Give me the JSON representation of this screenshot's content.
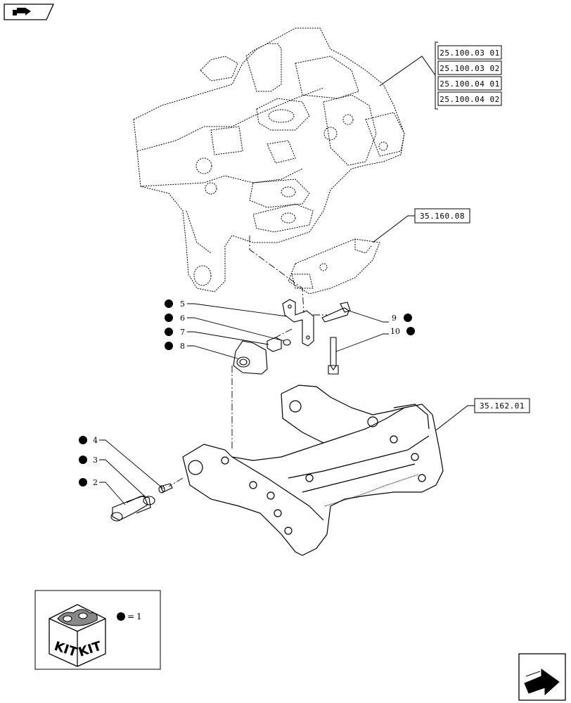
{
  "references": {
    "top": [
      "25.100.03 01",
      "25.100.03 02",
      "25.100.04 01",
      "25.100.04 02"
    ],
    "guard": "35.160.08",
    "hitch": "35.162.01"
  },
  "callouts": [
    {
      "num": "5",
      "kit": true
    },
    {
      "num": "6",
      "kit": true
    },
    {
      "num": "7",
      "kit": true
    },
    {
      "num": "8",
      "kit": true
    },
    {
      "num": "9",
      "kit": true
    },
    {
      "num": "10",
      "kit": true
    },
    {
      "num": "4",
      "kit": true
    },
    {
      "num": "3",
      "kit": true
    },
    {
      "num": "2",
      "kit": true
    }
  ],
  "legend": {
    "kit_label_1": "KIT",
    "kit_label_2": "KIT",
    "equals": "=",
    "value": "1"
  },
  "icons": {
    "top_left": "book-arrow-icon",
    "bottom_right": "next-page-arrow-icon"
  }
}
